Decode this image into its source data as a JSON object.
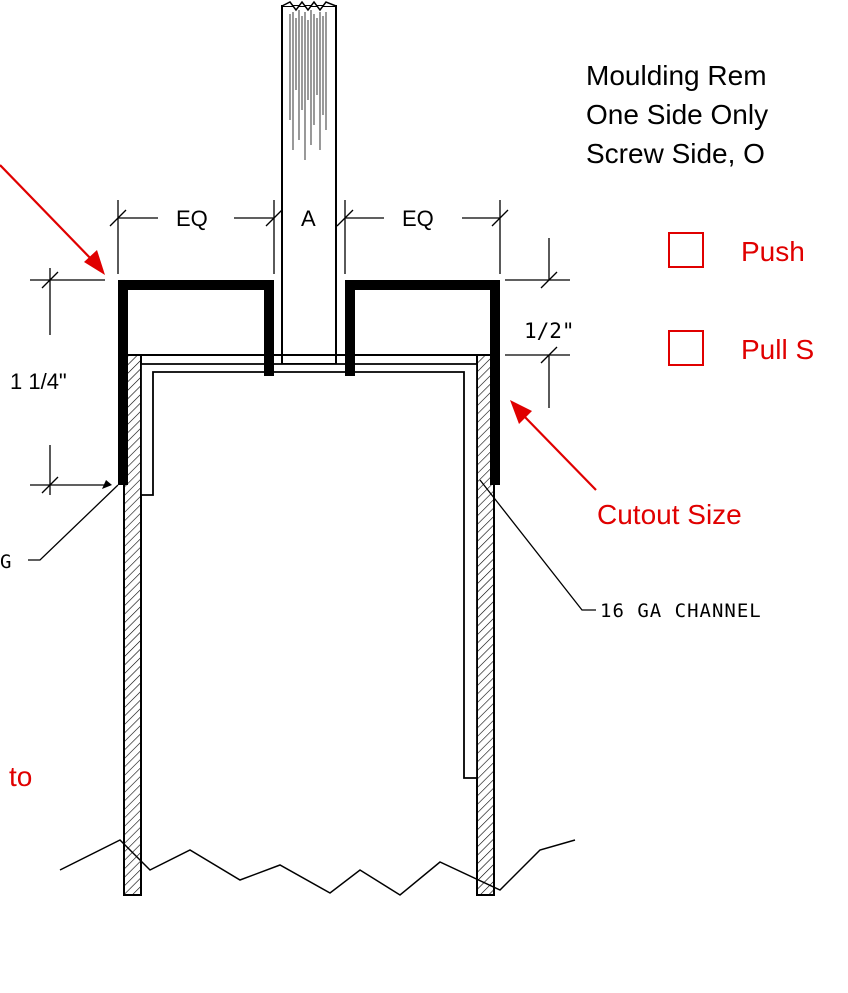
{
  "notes": {
    "moulding_line1": "Moulding Rem",
    "moulding_line2": "One Side Only",
    "moulding_line3": "Screw Side, O"
  },
  "options": [
    {
      "label": "Push",
      "checked": false
    },
    {
      "label": "Pull S",
      "checked": false
    }
  ],
  "dimensions": {
    "eq_left": "EQ",
    "glass": "A",
    "eq_right": "EQ",
    "height_total": "1 1/4\"",
    "height_top": "1/2\""
  },
  "callouts": {
    "cutout": "Cutout Size",
    "channel": "16 GA CHANNEL",
    "left_partial": "G",
    "left_red_partial": "to"
  },
  "colors": {
    "annotation_red": "#e00000",
    "line": "#000000"
  }
}
